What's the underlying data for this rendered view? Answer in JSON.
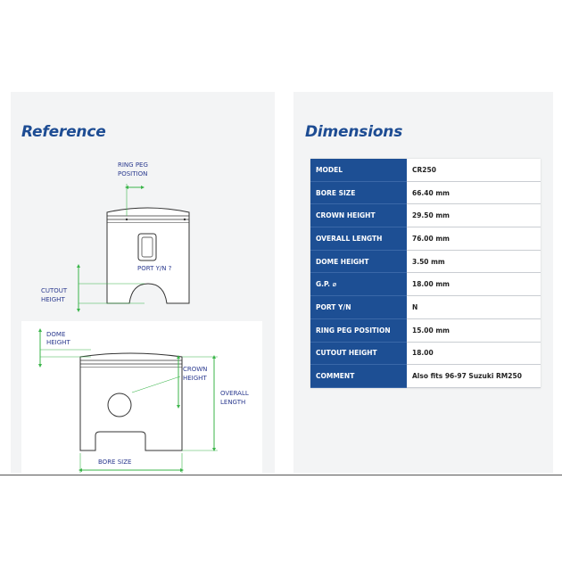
{
  "reference": {
    "heading": "Reference",
    "labels": {
      "ring_peg": [
        "RING PEG",
        "POSITION"
      ],
      "port": "PORT Y/N ?",
      "cutout": [
        "CUTOUT",
        "HEIGHT"
      ],
      "dome": [
        "DOME",
        "HEIGHT"
      ],
      "crown": [
        "CROWN",
        "HEIGHT"
      ],
      "overall": [
        "OVERALL",
        "LENGTH"
      ],
      "bore": "BORE SIZE"
    }
  },
  "dimensions": {
    "heading": "Dimensions",
    "rows": [
      {
        "key": "MODEL",
        "value": "CR250"
      },
      {
        "key": "BORE SIZE",
        "value": "66.40 mm"
      },
      {
        "key": "CROWN HEIGHT",
        "value": "29.50 mm"
      },
      {
        "key": "OVERALL LENGTH",
        "value": "76.00 mm"
      },
      {
        "key": "DOME HEIGHT",
        "value": "3.50 mm"
      },
      {
        "key": "G.P. ⌀",
        "value": "18.00 mm"
      },
      {
        "key": "PORT Y/N",
        "value": "N"
      },
      {
        "key": "RING PEG POSITION",
        "value": "15.00 mm"
      },
      {
        "key": "CUTOUT HEIGHT",
        "value": "18.00"
      },
      {
        "key": "COMMENT",
        "value": "Also fits 96-97 Suzuki RM250"
      }
    ]
  },
  "colors": {
    "heading": "#1d4c93",
    "table_key_bg": "#1d4f94",
    "dimension_arrow": "#3bb54a",
    "label": "#2b3a8f"
  }
}
